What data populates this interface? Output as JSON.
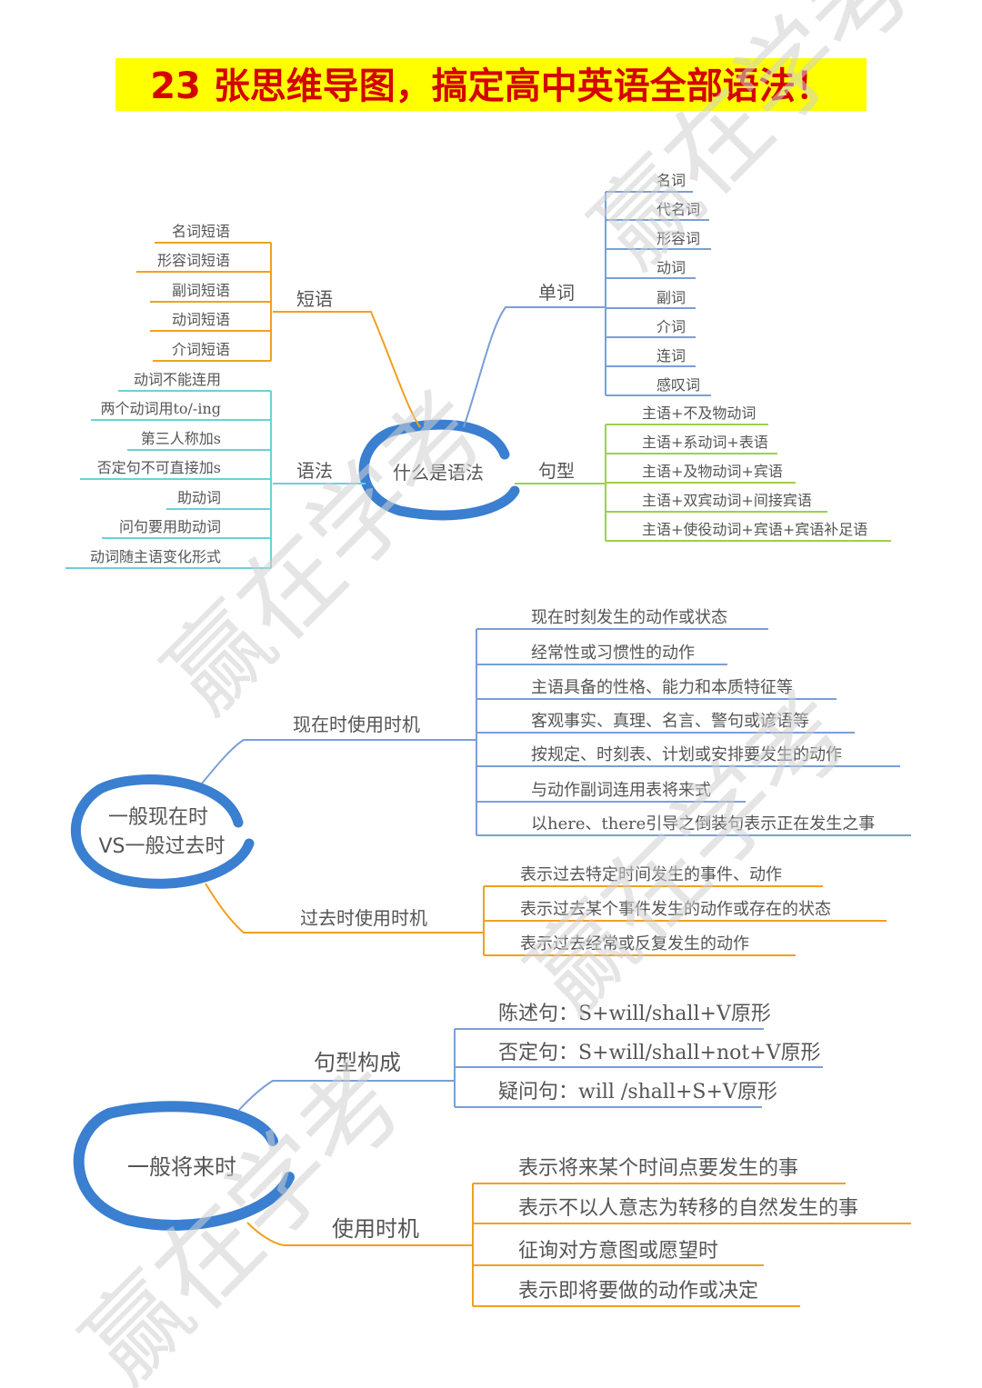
{
  "title": "23 张思维导图，搞定高中英语全部语法！",
  "watermark": "赢在学考",
  "colors": {
    "title_bg": "#ffff00",
    "title_text": "#d40000",
    "orange": "#f0a020",
    "blue": "#7a9fd6",
    "teal": "#6cd0d8",
    "green": "#9ed04a"
  },
  "map1": {
    "center": "什么是语法",
    "phrases": {
      "label": "短语",
      "items": [
        "名词短语",
        "形容词短语",
        "副词短语",
        "动词短语",
        "介词短语"
      ]
    },
    "grammar": {
      "label": "语法",
      "items": [
        "动词不能连用",
        "两个动词用to/-ing",
        "第三人称加s",
        "否定句不可直接加s",
        "助动词",
        "问句要用助动词",
        "动词随主语变化形式"
      ]
    },
    "words": {
      "label": "单词",
      "items": [
        "名词",
        "代名词",
        "形容词",
        "动词",
        "副词",
        "介词",
        "连词",
        "感叹词"
      ]
    },
    "sentence_patterns": {
      "label": "句型",
      "items": [
        "主语+不及物动词",
        "主语+系动词+表语",
        "主语+及物动词+宾语",
        "主语+双宾动词+间接宾语",
        "主语+使役动词+宾语+宾语补足语"
      ]
    }
  },
  "map2": {
    "center_line1": "一般现在时",
    "center_line2": "VS一般过去时",
    "present": {
      "label": "现在时使用时机",
      "items": [
        "现在时刻发生的动作或状态",
        "经常性或习惯性的动作",
        "主语具备的性格、能力和本质特征等",
        "客观事实、真理、名言、警句或谚语等",
        "按规定、时刻表、计划或安排要发生的动作",
        "与动作副词连用表将来式",
        "以here、there引导之倒装句表示正在发生之事"
      ]
    },
    "past": {
      "label": "过去时使用时机",
      "items": [
        "表示过去特定时间发生的事件、动作",
        "表示过去某个事件发生的动作或存在的状态",
        "表示过去经常或反复发生的动作"
      ]
    }
  },
  "map3": {
    "center": "一般将来时",
    "structure": {
      "label": "句型构成",
      "items": [
        "陈述句：S+will/shall+V原形",
        "否定句：S+will/shall+not+V原形",
        "疑问句：will /shall+S+V原形"
      ]
    },
    "usage": {
      "label": "使用时机",
      "items": [
        "表示将来某个时间点要发生的事",
        "表示不以人意志为转移的自然发生的事",
        "征询对方意图或愿望时",
        "表示即将要做的动作或决定"
      ]
    }
  }
}
